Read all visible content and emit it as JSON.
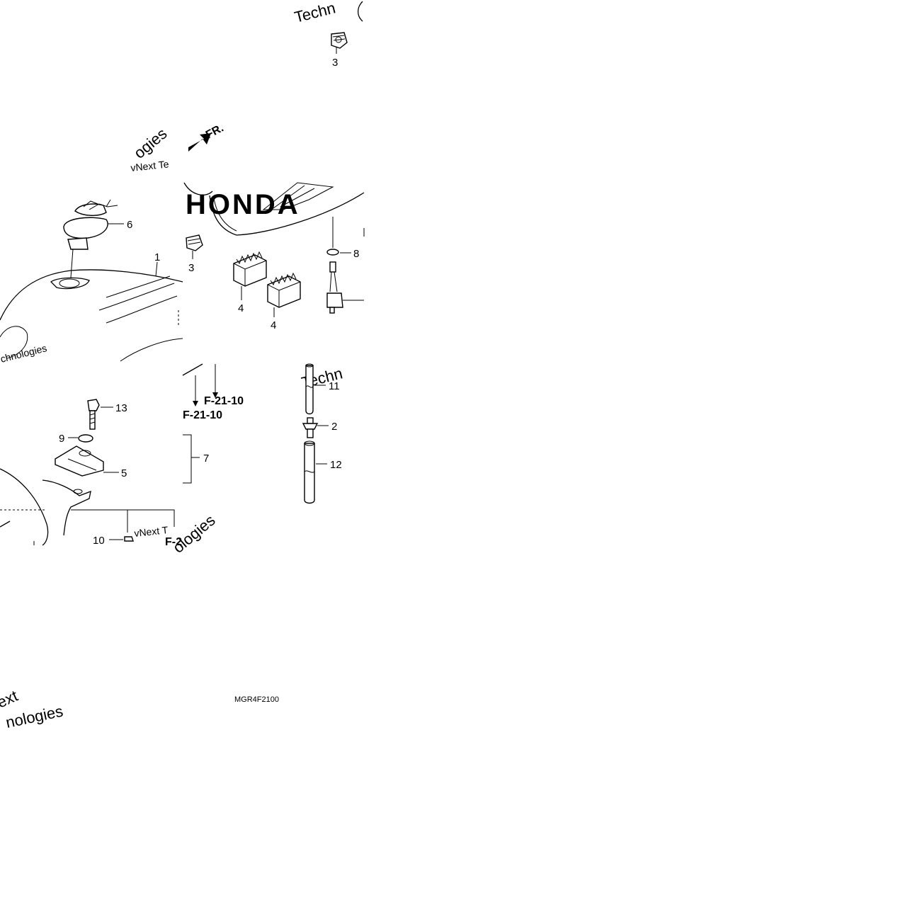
{
  "callouts": {
    "c1": "1",
    "c2": "2",
    "c3a": "3",
    "c3b": "3",
    "c4a": "4",
    "c4b": "4",
    "c5": "5",
    "c6": "6",
    "c7": "7",
    "c8": "8",
    "c9": "9",
    "c10": "10",
    "c11": "11",
    "c12": "12",
    "c13": "13"
  },
  "references": {
    "r1": "F-21-10",
    "r2": "F-21-10",
    "r3": "F-2"
  },
  "direction_label": "FR.",
  "diagram_code": "MGR4F2100",
  "brand_text": "HONDA",
  "watermarks": {
    "w1": "Techn",
    "w2": "vNext Te",
    "w3": "ogies",
    "w4": "chnologies",
    "w5": "Techn",
    "w6": "vNext T",
    "w7": "ologies",
    "w8": "ext",
    "w9": "nologies"
  }
}
